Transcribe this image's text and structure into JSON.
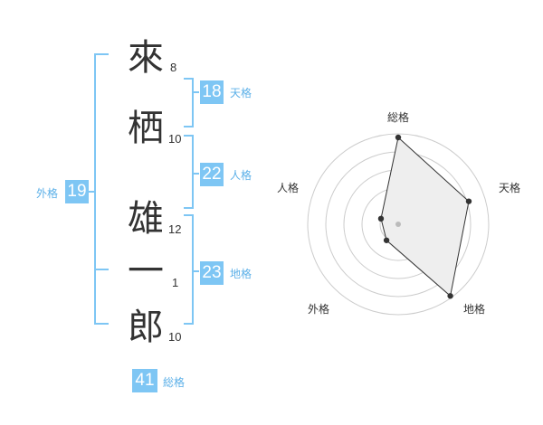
{
  "name": {
    "characters": [
      {
        "char": "來",
        "strokes": "8"
      },
      {
        "char": "栖",
        "strokes": "10"
      },
      {
        "char": "雄",
        "strokes": "12"
      },
      {
        "char": "一",
        "strokes": "1"
      },
      {
        "char": "郎",
        "strokes": "10"
      }
    ]
  },
  "fortunes": {
    "tenkaku": {
      "value": "18",
      "label": "天格"
    },
    "jinkaku": {
      "value": "22",
      "label": "人格"
    },
    "chikaku": {
      "value": "23",
      "label": "地格"
    },
    "gaikaku": {
      "value": "19",
      "label": "外格"
    },
    "soukaku": {
      "value": "41",
      "label": "総格"
    }
  },
  "radar": {
    "labels": {
      "top": "総格",
      "upper_right": "天格",
      "lower_right": "地格",
      "lower_left": "外格",
      "upper_left": "人格"
    },
    "levels": 5,
    "values": {
      "soukaku": 0.96,
      "tenkaku": 0.82,
      "chikaku": 0.98,
      "gaikaku": 0.22,
      "jinkaku": 0.2
    },
    "colors": {
      "grid": "#cccccc",
      "fill": "#eeeeee",
      "line": "#333333",
      "point": "#333333",
      "center": "#bbbbbb"
    }
  },
  "colors": {
    "bracket": "#7ec6f4",
    "badge": "#7ec6f4",
    "badge_label": "#5cb0e8"
  }
}
